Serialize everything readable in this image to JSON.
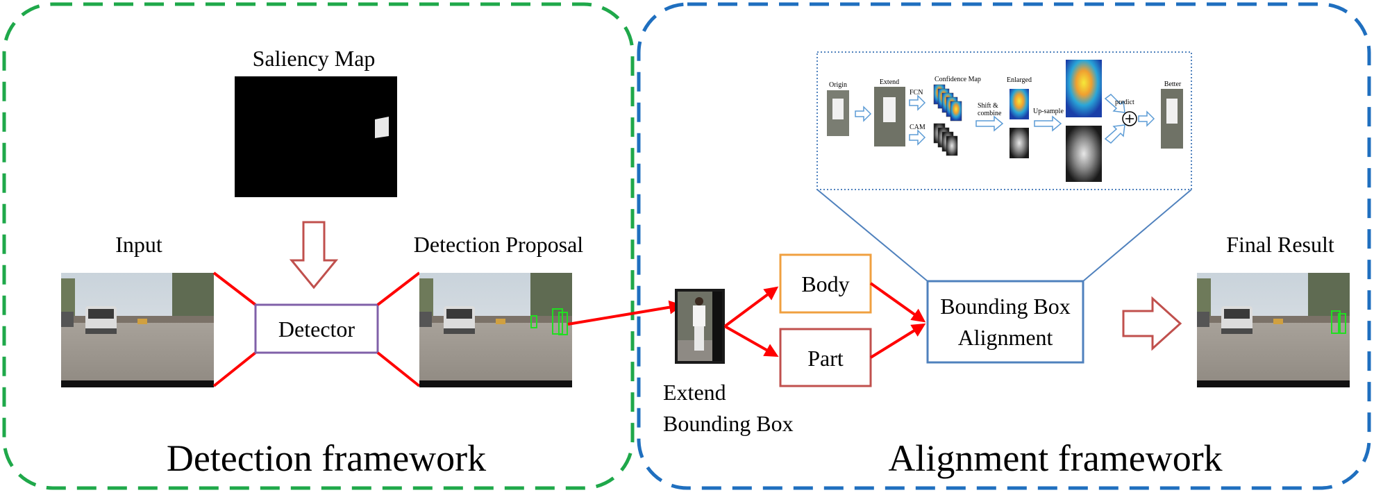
{
  "detection": {
    "title": "Detection framework",
    "saliency_label": "Saliency Map",
    "input_label": "Input",
    "detector_label": "Detector",
    "proposal_label": "Detection  Proposal"
  },
  "alignment": {
    "title": "Alignment framework",
    "extend_label_line1": "Extend",
    "extend_label_line2": "Bounding Box",
    "body_label": "Body",
    "part_label": "Part",
    "bba_line1": "Bounding Box",
    "bba_line2": "Alignment",
    "final_label": "Final Result"
  },
  "inset": {
    "origin": "Origin",
    "extend": "Extend",
    "fcn": "FCN",
    "cam": "CAM",
    "confidence_map": "Confidence Map",
    "shift_line1": "Shift &",
    "shift_line2": "combine",
    "enlarged": "Enlarged",
    "upsample": "Up-sample",
    "predict": "predict",
    "better": "Better"
  },
  "colors": {
    "detection_border": "#1fa84a",
    "alignment_border": "#1f6fbf",
    "detector_box": "#8060a8",
    "body_box": "#f0a040",
    "part_box": "#c0504d",
    "bba_box": "#4f81bd",
    "connector_red": "#ff0000",
    "hollow_arrow": "#c0504d",
    "inset_arrow": "#5b9bd5"
  }
}
